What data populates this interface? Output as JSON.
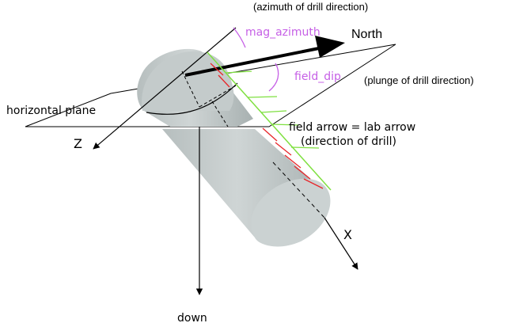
{
  "labels": {
    "azimuth_note": "(azimuth of drill direction)",
    "mag_azimuth": "mag_azimuth",
    "north": "North",
    "field_dip": "field_dip",
    "plunge_note": "(plunge of drill direction)",
    "horizontal_plane": "horizontal plane",
    "z_axis": "Z",
    "field_arrow_line1": "field arrow = lab arrow",
    "field_arrow_line2": "(direction of drill)",
    "x_axis": "X",
    "down": "down"
  },
  "colors": {
    "annotation_purple": "#c660e6",
    "green_line": "#7fe040",
    "red_ticks": "#e8262a",
    "cylinder_fill": "#c8cfcf",
    "cylinder_shade": "#a9b2b2",
    "line": "#000000"
  }
}
